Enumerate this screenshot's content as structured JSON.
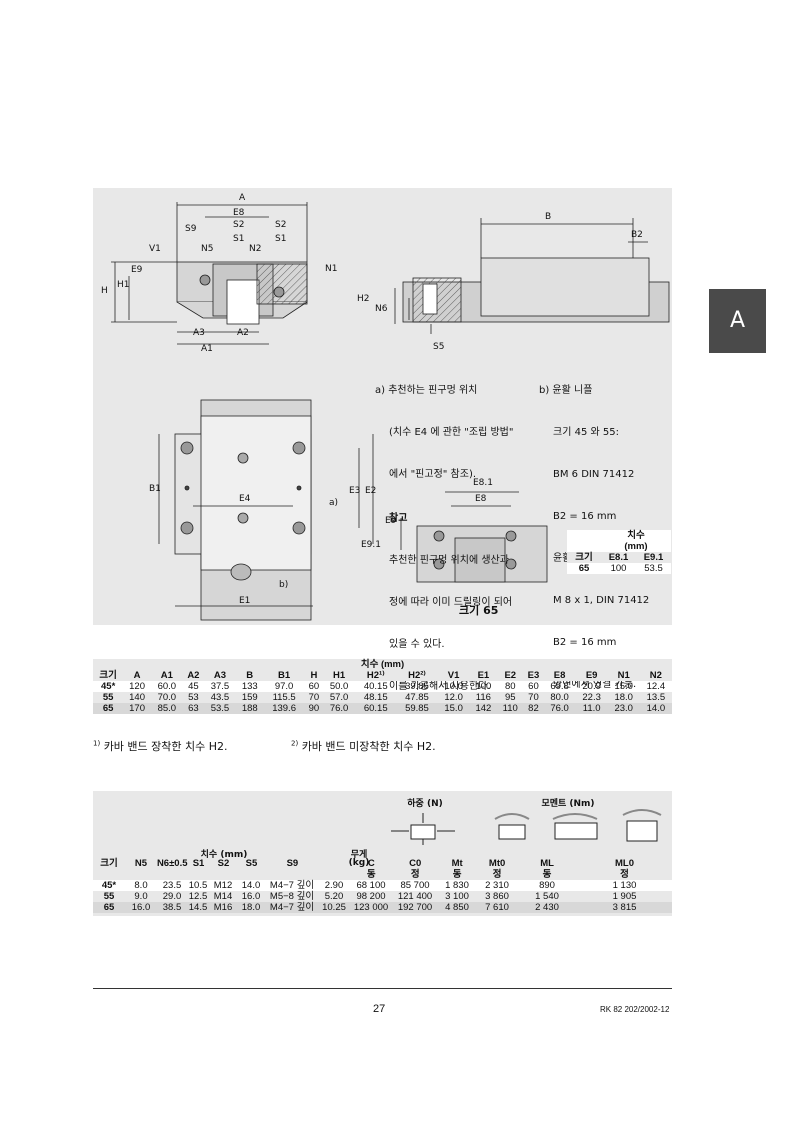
{
  "section_tab": "A",
  "notes_a": {
    "title": "a) 추천하는 핀구멍 위치",
    "line2": "(치수 E4 에 관한 \"조립 방법\"",
    "line3": "에서 \"핀고정\" 참조).",
    "ref_title": "참고",
    "ref1": "추천한 핀구멍 위치에 생산과",
    "ref2": "정에 따라 이미 드릴링이 되어",
    "ref3": "있을 수 있다.",
    "ref4": "이를 가공해서 사용한다."
  },
  "notes_b": {
    "title": "b) 윤활 니플",
    "l1": "크기 45 와 55:",
    "l2": "BM 6 DIN 71412",
    "l3": "B2 = 16 mm",
    "l4": "윤활 니플 크기 65:",
    "l5": "M 8 x 1, DIN 71412",
    "l6": "B2 = 16 mm",
    "l7": "양면에서 연결 가능."
  },
  "drawing_labels": {
    "A": "A",
    "E8": "E8",
    "S9": "S9",
    "S2": "S2",
    "N5": "N5",
    "S1": "S1",
    "N2": "N2",
    "V1": "V1",
    "E9": "E9",
    "H": "H",
    "H1": "H1",
    "N1": "N1",
    "A3": "A3",
    "A2": "A2",
    "A1": "A1",
    "B": "B",
    "B2": "B2",
    "H2": "H2",
    "N6": "N6",
    "S5": "S5",
    "B1": "B1",
    "E4": "E4",
    "E3": "E3",
    "E2": "E2",
    "E1": "E1",
    "a": "a)",
    "b": "b)",
    "E81": "E8.1",
    "E8b": "E8",
    "E9b": "E9",
    "E91": "E9.1",
    "size65": "크기 65"
  },
  "small_table": {
    "header_top": "치수",
    "header_unit": "(mm)",
    "col_size": "크기",
    "col_e8": "E8.1",
    "col_e9": "E9.1",
    "row": [
      "65",
      "100",
      "53.5"
    ]
  },
  "dim_table": {
    "title": "치수 (mm)",
    "headers": [
      "크기",
      "A",
      "A1",
      "A2",
      "A3",
      "B",
      "B1",
      "H",
      "H1",
      "H2¹⁾",
      "H2²⁾",
      "V1",
      "E1",
      "E2",
      "E3",
      "E8",
      "E9",
      "N1",
      "N2"
    ],
    "rows": [
      [
        "45*",
        "120",
        "60.0",
        "45",
        "37.5",
        "133",
        "97.0",
        "60",
        "50.0",
        "40.15",
        "39.85",
        "10.0",
        "100",
        "80",
        "60",
        "69.8",
        "20.9",
        "15.0",
        "12.4"
      ],
      [
        "55",
        "140",
        "70.0",
        "53",
        "43.5",
        "159",
        "115.5",
        "70",
        "57.0",
        "48.15",
        "47.85",
        "12.0",
        "116",
        "95",
        "70",
        "80.0",
        "22.3",
        "18.0",
        "13.5"
      ],
      [
        "65",
        "170",
        "85.0",
        "63",
        "53.5",
        "188",
        "139.6",
        "90",
        "76.0",
        "60.15",
        "59.85",
        "15.0",
        "142",
        "110",
        "82",
        "76.0",
        "11.0",
        "23.0",
        "14.0"
      ]
    ]
  },
  "footnotes": {
    "f1_mark": "1)",
    "f1": "카바 밴드 장착한 치수 H2.",
    "f2_mark": "2)",
    "f2": "카바 밴드 미장착한 치수 H2."
  },
  "load_table": {
    "load_title": "하중 (N)",
    "moment_title": "모멘트 (Nm)",
    "dim_title": "치수 (mm)",
    "weight_title": "무게",
    "weight_unit": "(kg)",
    "headers": [
      "크기",
      "N5",
      "N6±0.5",
      "S1",
      "S2",
      "S5",
      "S9",
      "",
      "C",
      "C0",
      "Mt",
      "Mt0",
      "ML",
      "ML0"
    ],
    "sub_headers": [
      "동",
      "정",
      "동",
      "정",
      "동",
      "정"
    ],
    "rows": [
      [
        "45*",
        "8.0",
        "23.5",
        "10.5",
        "M12",
        "14.0",
        "M4−7 깊이",
        "2.90",
        "68 100",
        "85 700",
        "1 830",
        "2 310",
        "890",
        "1 130"
      ],
      [
        "55",
        "9.0",
        "29.0",
        "12.5",
        "M14",
        "16.0",
        "M5−8 깊이",
        "5.20",
        "98 200",
        "121 400",
        "3 100",
        "3 860",
        "1 540",
        "1 905"
      ],
      [
        "65",
        "16.0",
        "38.5",
        "14.5",
        "M16",
        "18.0",
        "M4−7 깊이",
        "10.25",
        "123 000",
        "192 700",
        "4 850",
        "7 610",
        "2 430",
        "3 815"
      ]
    ]
  },
  "footer": {
    "page": "27",
    "code": "RK 82 202/2002-12"
  }
}
